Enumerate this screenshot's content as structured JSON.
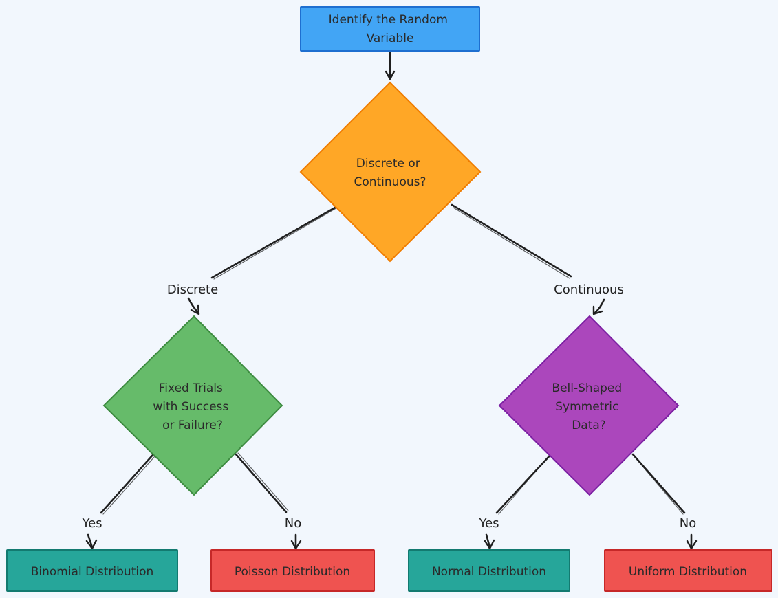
{
  "nodes": {
    "identify": {
      "lines": [
        "Identify the Random",
        "Variable"
      ],
      "fill": "#42a5f5",
      "stroke": "#1e6fd0"
    },
    "discrete_or_continuous": {
      "lines": [
        "Discrete or",
        "Continuous?"
      ],
      "fill": "#ffa726",
      "stroke": "#ef7c00"
    },
    "fixed_trials": {
      "lines": [
        "Fixed Trials",
        "with Success",
        "or Failure?"
      ],
      "fill": "#66bb6a",
      "stroke": "#3d8b40"
    },
    "bell_shaped": {
      "lines": [
        "Bell-Shaped",
        "Symmetric",
        "Data?"
      ],
      "fill": "#ab47bc",
      "stroke": "#7b1fa2"
    },
    "binomial": {
      "lines": [
        "Binomial Distribution"
      ],
      "fill": "#26a69a",
      "stroke": "#137a70"
    },
    "poisson": {
      "lines": [
        "Poisson Distribution"
      ],
      "fill": "#ef5350",
      "stroke": "#c62828"
    },
    "normal": {
      "lines": [
        "Normal Distribution"
      ],
      "fill": "#26a69a",
      "stroke": "#137a70"
    },
    "uniform": {
      "lines": [
        "Uniform Distribution"
      ],
      "fill": "#ef5350",
      "stroke": "#c62828"
    }
  },
  "edges": {
    "discrete": {
      "label": "Discrete"
    },
    "continuous": {
      "label": "Continuous"
    },
    "fixed_yes": {
      "label": "Yes"
    },
    "fixed_no": {
      "label": "No"
    },
    "bell_yes": {
      "label": "Yes"
    },
    "bell_no": {
      "label": "No"
    }
  },
  "colors": {
    "background": "#f2f7fd",
    "edge": "#1f1f1f",
    "text": "#2a2a2a"
  }
}
